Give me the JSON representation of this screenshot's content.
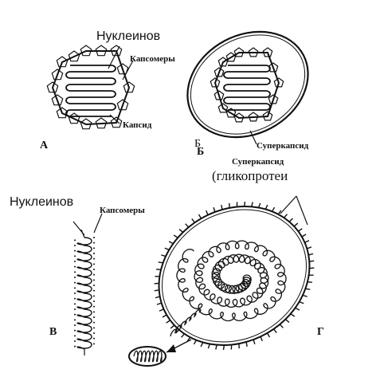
{
  "labels": {
    "a_nucleic": "Нуклеинов",
    "a_capsomeres": "Капсомеры",
    "a_capsid": "Капсид",
    "a_letter": "А",
    "b_letter_light": "Б",
    "b_letter_bold": "Б",
    "b_supercapsid": "Суперкапсид",
    "g_supercapsid": "Суперкапсид",
    "g_glyco": "(гликопротеи",
    "v_nucleic": "Нуклеинов",
    "v_capsomeres": "Капсомеры",
    "v_letter": "В",
    "g_letter": "Г"
  },
  "colors": {
    "ink": "#111111",
    "background": "#ffffff"
  }
}
